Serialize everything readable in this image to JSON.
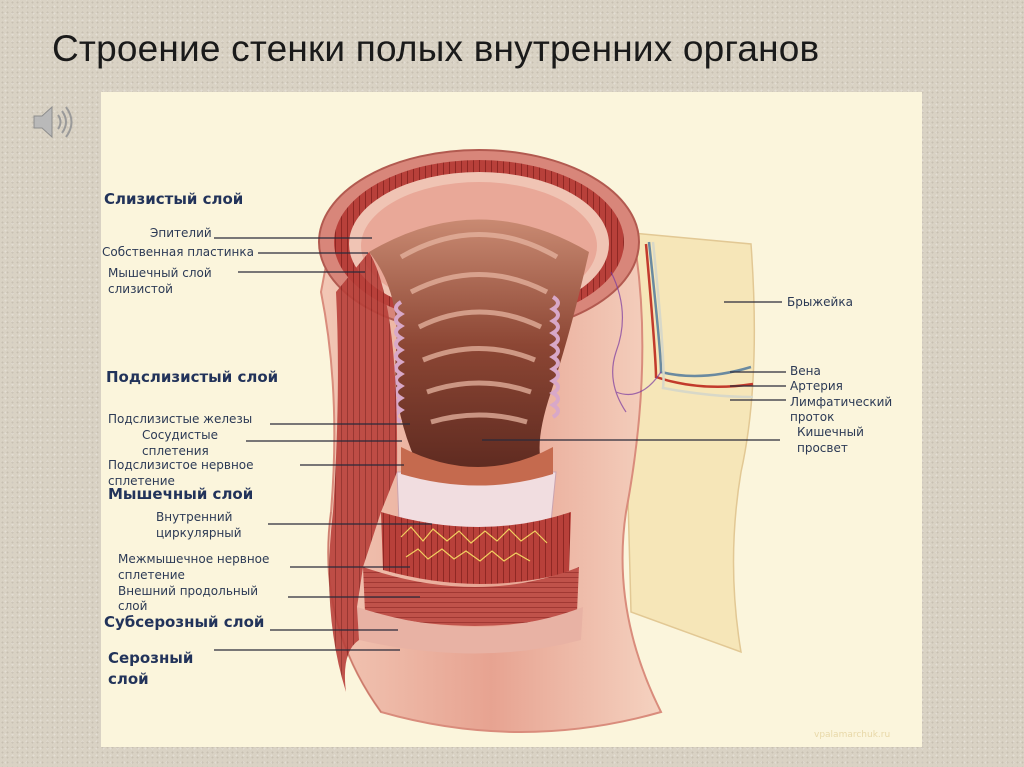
{
  "slide": {
    "title": "Строение стенки полых внутренних органов",
    "speaker_icon": "speaker-icon"
  },
  "diagram": {
    "headings": {
      "mucosa": "Слизистый слой",
      "submucosa": "Подслизистый слой",
      "muscular": "Мышечный слой",
      "subserosa": "Субсерозный слой",
      "serosa_line1": "Серозный",
      "serosa_line2": "слой"
    },
    "labels": {
      "epithelium": "Эпителий",
      "lamina_propria": "Собственная пластинка",
      "muscularis_mucosae_line1": "Мышечный слой",
      "muscularis_mucosae_line2": "слизистой",
      "submucosal_glands": "Подслизистые железы",
      "vascular_plexus_line1": "Сосудистые",
      "vascular_plexus_line2": "сплетения",
      "submucosal_nerve_line1": "Подслизистое нервное",
      "submucosal_nerve_line2": "сплетение",
      "inner_circular_line1": "Внутренний",
      "inner_circular_line2": "циркулярный",
      "myenteric_line1": "Межмышечное нервное",
      "myenteric_line2": "сплетение",
      "outer_longitudinal_line1": "Внешний продольный",
      "outer_longitudinal_line2": "слой",
      "mesentery": "Брыжейка",
      "vein": "Вена",
      "artery": "Артерия",
      "lymph_line1": "Лимфатический",
      "lymph_line2": "проток",
      "lumen_line1": "Кишечный",
      "lumen_line2": "просвет"
    },
    "watermark": "vpalamarchuk.ru"
  },
  "colors": {
    "background": "#d9d2c4",
    "panel": "#fbf5dc",
    "tissue_light": "#efb8a8",
    "tissue_dark": "#b84a42",
    "muscle": "#a8302c",
    "lumen": "#7a3b2c",
    "label_text": "#2c3a55"
  }
}
